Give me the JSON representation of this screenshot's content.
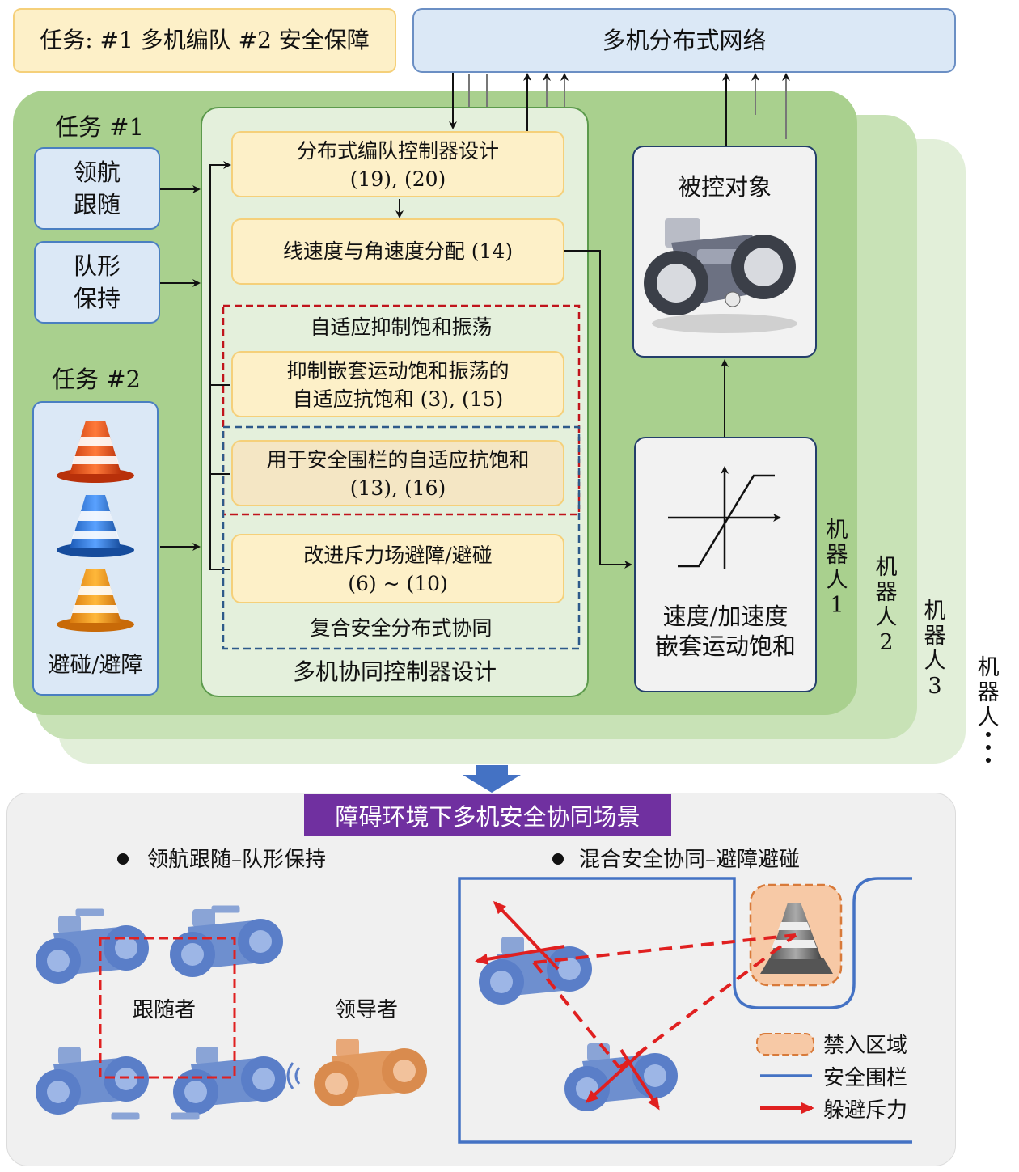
{
  "task_box": "任务: #1 多机编队 #2 安全保障",
  "network": "多机分布式网络",
  "task1": {
    "title": "任务 #1",
    "leader": "领航\n跟随",
    "formation": "队形\n保持"
  },
  "task2": {
    "title": "任务 #2",
    "avoid_label": "避碰/避障"
  },
  "controller": {
    "box1_line1": "分布式编队控制器设计",
    "box1_line2": "(19), (20)",
    "box2": "线速度与角速度分配 (14)",
    "adaptive_title": "自适应抑制饱和振荡",
    "box3_line1": "抑制嵌套运动饱和振荡的",
    "box3_line2": "自适应抗饱和 (3), (15)",
    "box4_line1": "用于安全围栏的自适应抗饱和",
    "box4_line2": "(13), (16)",
    "box5_line1": "改进斥力场避障/避碰",
    "box5_line2": "(6) ~ (10)",
    "composite_title": "复合安全分布式协同",
    "footer": "多机协同控制器设计"
  },
  "plant": {
    "title": "被控对象"
  },
  "saturation": {
    "line1": "速度/加速度",
    "line2": "嵌套运动饱和"
  },
  "robots": [
    "机\n器\n人\n1",
    "机\n器\n人\n2",
    "机\n器\n人\n3",
    "机\n器\n人"
  ],
  "scenario": {
    "banner": "障碍环境下多机安全协同场景",
    "left_bullet": "领航跟随–队形保持",
    "right_bullet": "混合安全协同–避障避碰",
    "follower": "跟随者",
    "leader": "领导者",
    "legend": [
      "禁入区域",
      "安全围栏",
      "躲避斥力"
    ]
  },
  "colors": {
    "green_dark": "#a9d08e",
    "green_mid": "#c6e0b4",
    "green_light": "#e2efd9",
    "blue_arrow": "#4472c4",
    "purple": "#7030a0",
    "red": "#e02020",
    "fence": "#4472c4"
  }
}
